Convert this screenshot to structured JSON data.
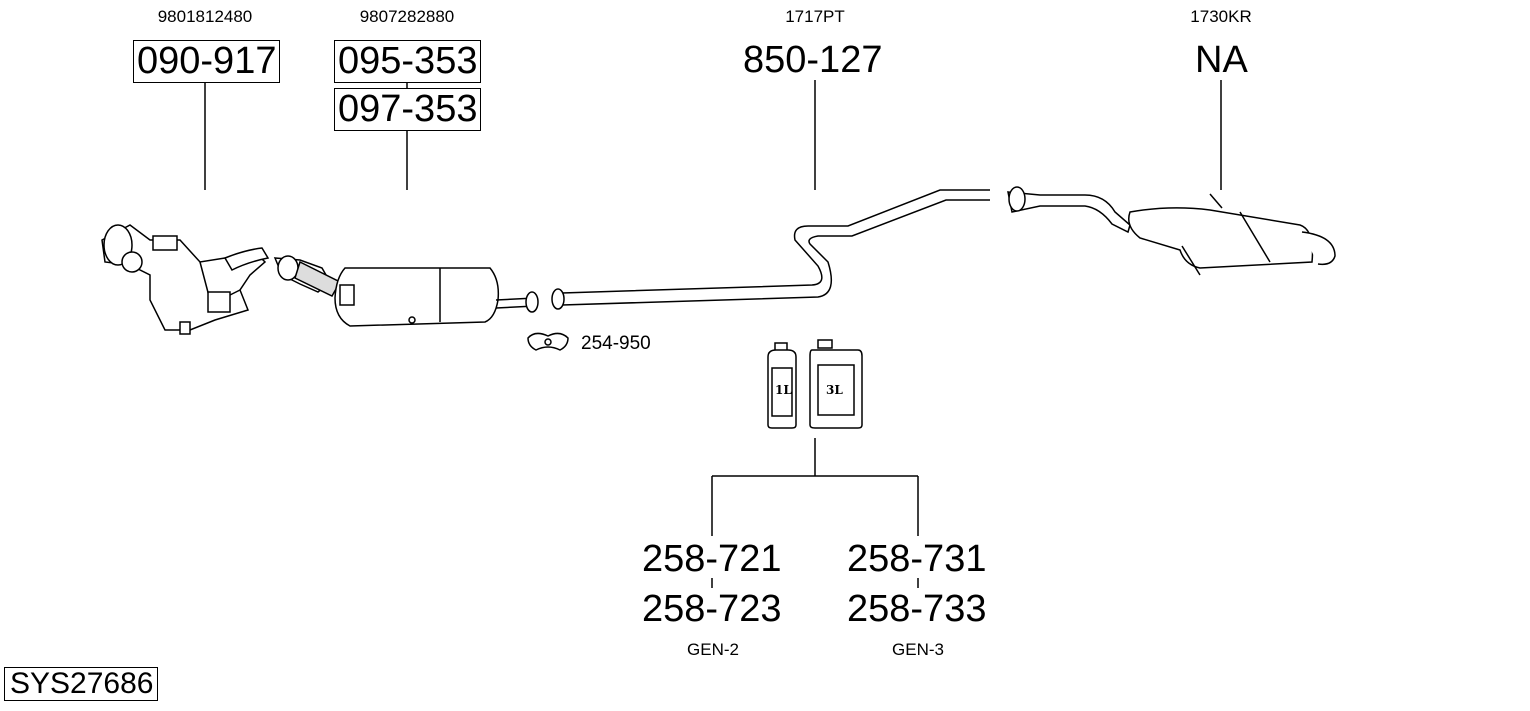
{
  "parts": [
    {
      "oem": "9801812480",
      "numbers": [
        "090-917"
      ]
    },
    {
      "oem": "9807282880",
      "numbers": [
        "095-353",
        "097-353"
      ]
    },
    {
      "oem": "1717PT",
      "numbers": [
        "850-127"
      ]
    },
    {
      "oem": "1730KR",
      "numbers": [
        "NA"
      ]
    }
  ],
  "clamp": {
    "number": "254-950"
  },
  "fluids": {
    "can_small_label": "1L",
    "can_large_label": "3L",
    "groups": [
      {
        "numbers": [
          "258-721",
          "258-723"
        ],
        "generation": "GEN-2"
      },
      {
        "numbers": [
          "258-731",
          "258-733"
        ],
        "generation": "GEN-3"
      }
    ]
  },
  "system_id": "SYS27686"
}
